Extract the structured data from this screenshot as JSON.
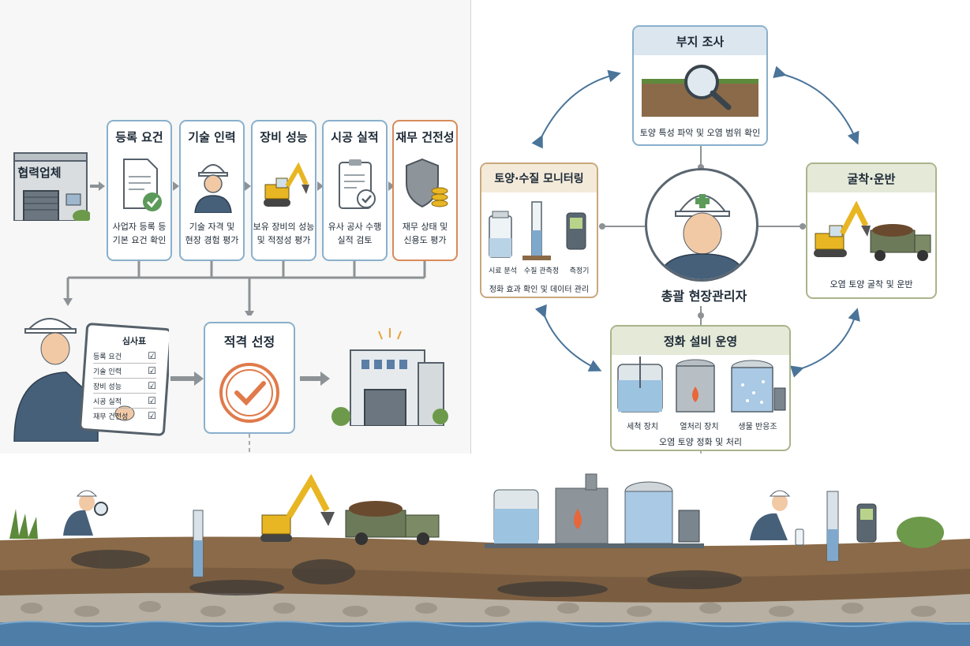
{
  "left": {
    "company_label": "협력업체",
    "criteria": [
      {
        "title": "등록 요건",
        "desc": "사업자 등록 등\n기본 요건 확인",
        "icon": "document-check-icon"
      },
      {
        "title": "기술 인력",
        "desc": "기술 자격 및\n현장 경험 평가",
        "icon": "engineer-icon"
      },
      {
        "title": "장비 성능",
        "desc": "보유 장비의 성능\n및 적정성 평가",
        "icon": "excavator-icon"
      },
      {
        "title": "시공 실적",
        "desc": "유사 공사 수행\n실적 검토",
        "icon": "clipboard-check-icon"
      },
      {
        "title": "재무 건전성",
        "desc": "재무 상태 및\n신용도 평가",
        "icon": "shield-coins-icon"
      }
    ],
    "checklist": {
      "title": "심사표",
      "items": [
        "등록 요건",
        "기술 인력",
        "장비 성능",
        "시공 실적",
        "재무 건전성"
      ]
    },
    "selection_label": "적격 선정"
  },
  "right": {
    "center_label": "총괄 현장관리자",
    "survey": {
      "title": "부지 조사",
      "desc": "토양 특성 파악 및 오염 범위 확인"
    },
    "excavation": {
      "title": "굴착·운반",
      "desc": "오염 토양 굴착 및 운반"
    },
    "monitoring": {
      "title": "토양·수질 모니터링",
      "desc": "정화 효과 확인 및 데이터 관리",
      "items": [
        "시료 분석",
        "수질 관측정",
        "측정기"
      ]
    },
    "purification": {
      "title": "정화 설비 운영",
      "desc": "오염 토양 정화 및 처리",
      "items": [
        "세척 장치",
        "열처리 장치",
        "생물 반응조"
      ]
    }
  },
  "colors": {
    "blue_border": "#8ab0cc",
    "tan_border": "#c9a87c",
    "olive_border": "#a9b48a",
    "check_orange": "#e07a4a",
    "arrow_blue": "#4a7499"
  }
}
